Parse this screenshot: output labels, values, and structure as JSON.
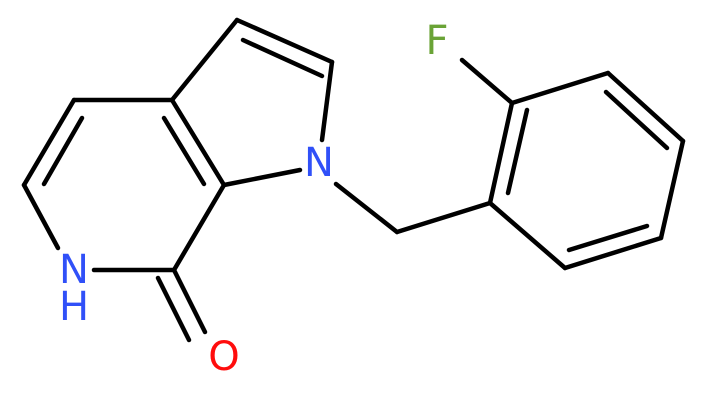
{
  "molecule": {
    "atoms": {
      "fluorine": "F",
      "pyrrole_nitrogen": "N",
      "amide_nitrogen": "N",
      "amide_hydrogen": "H",
      "carbonyl_oxygen": "O"
    },
    "colors": {
      "bond": "#000000",
      "fluorine": "#6aa336",
      "nitrogen": "#3050f8",
      "oxygen": "#ff0d0d"
    }
  }
}
